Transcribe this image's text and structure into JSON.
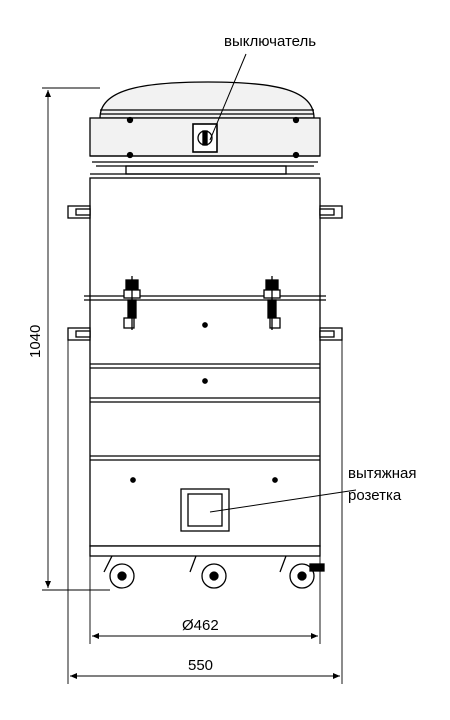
{
  "callouts": {
    "switch": "выключатель",
    "outlet_line1": "вытяжная",
    "outlet_line2": "розетка"
  },
  "dimensions": {
    "height": "1040",
    "body_diameter": "Ø462",
    "overall_width": "550"
  },
  "colors": {
    "line": "#000000",
    "background": "#ffffff",
    "lid": "#f2f2f2"
  }
}
